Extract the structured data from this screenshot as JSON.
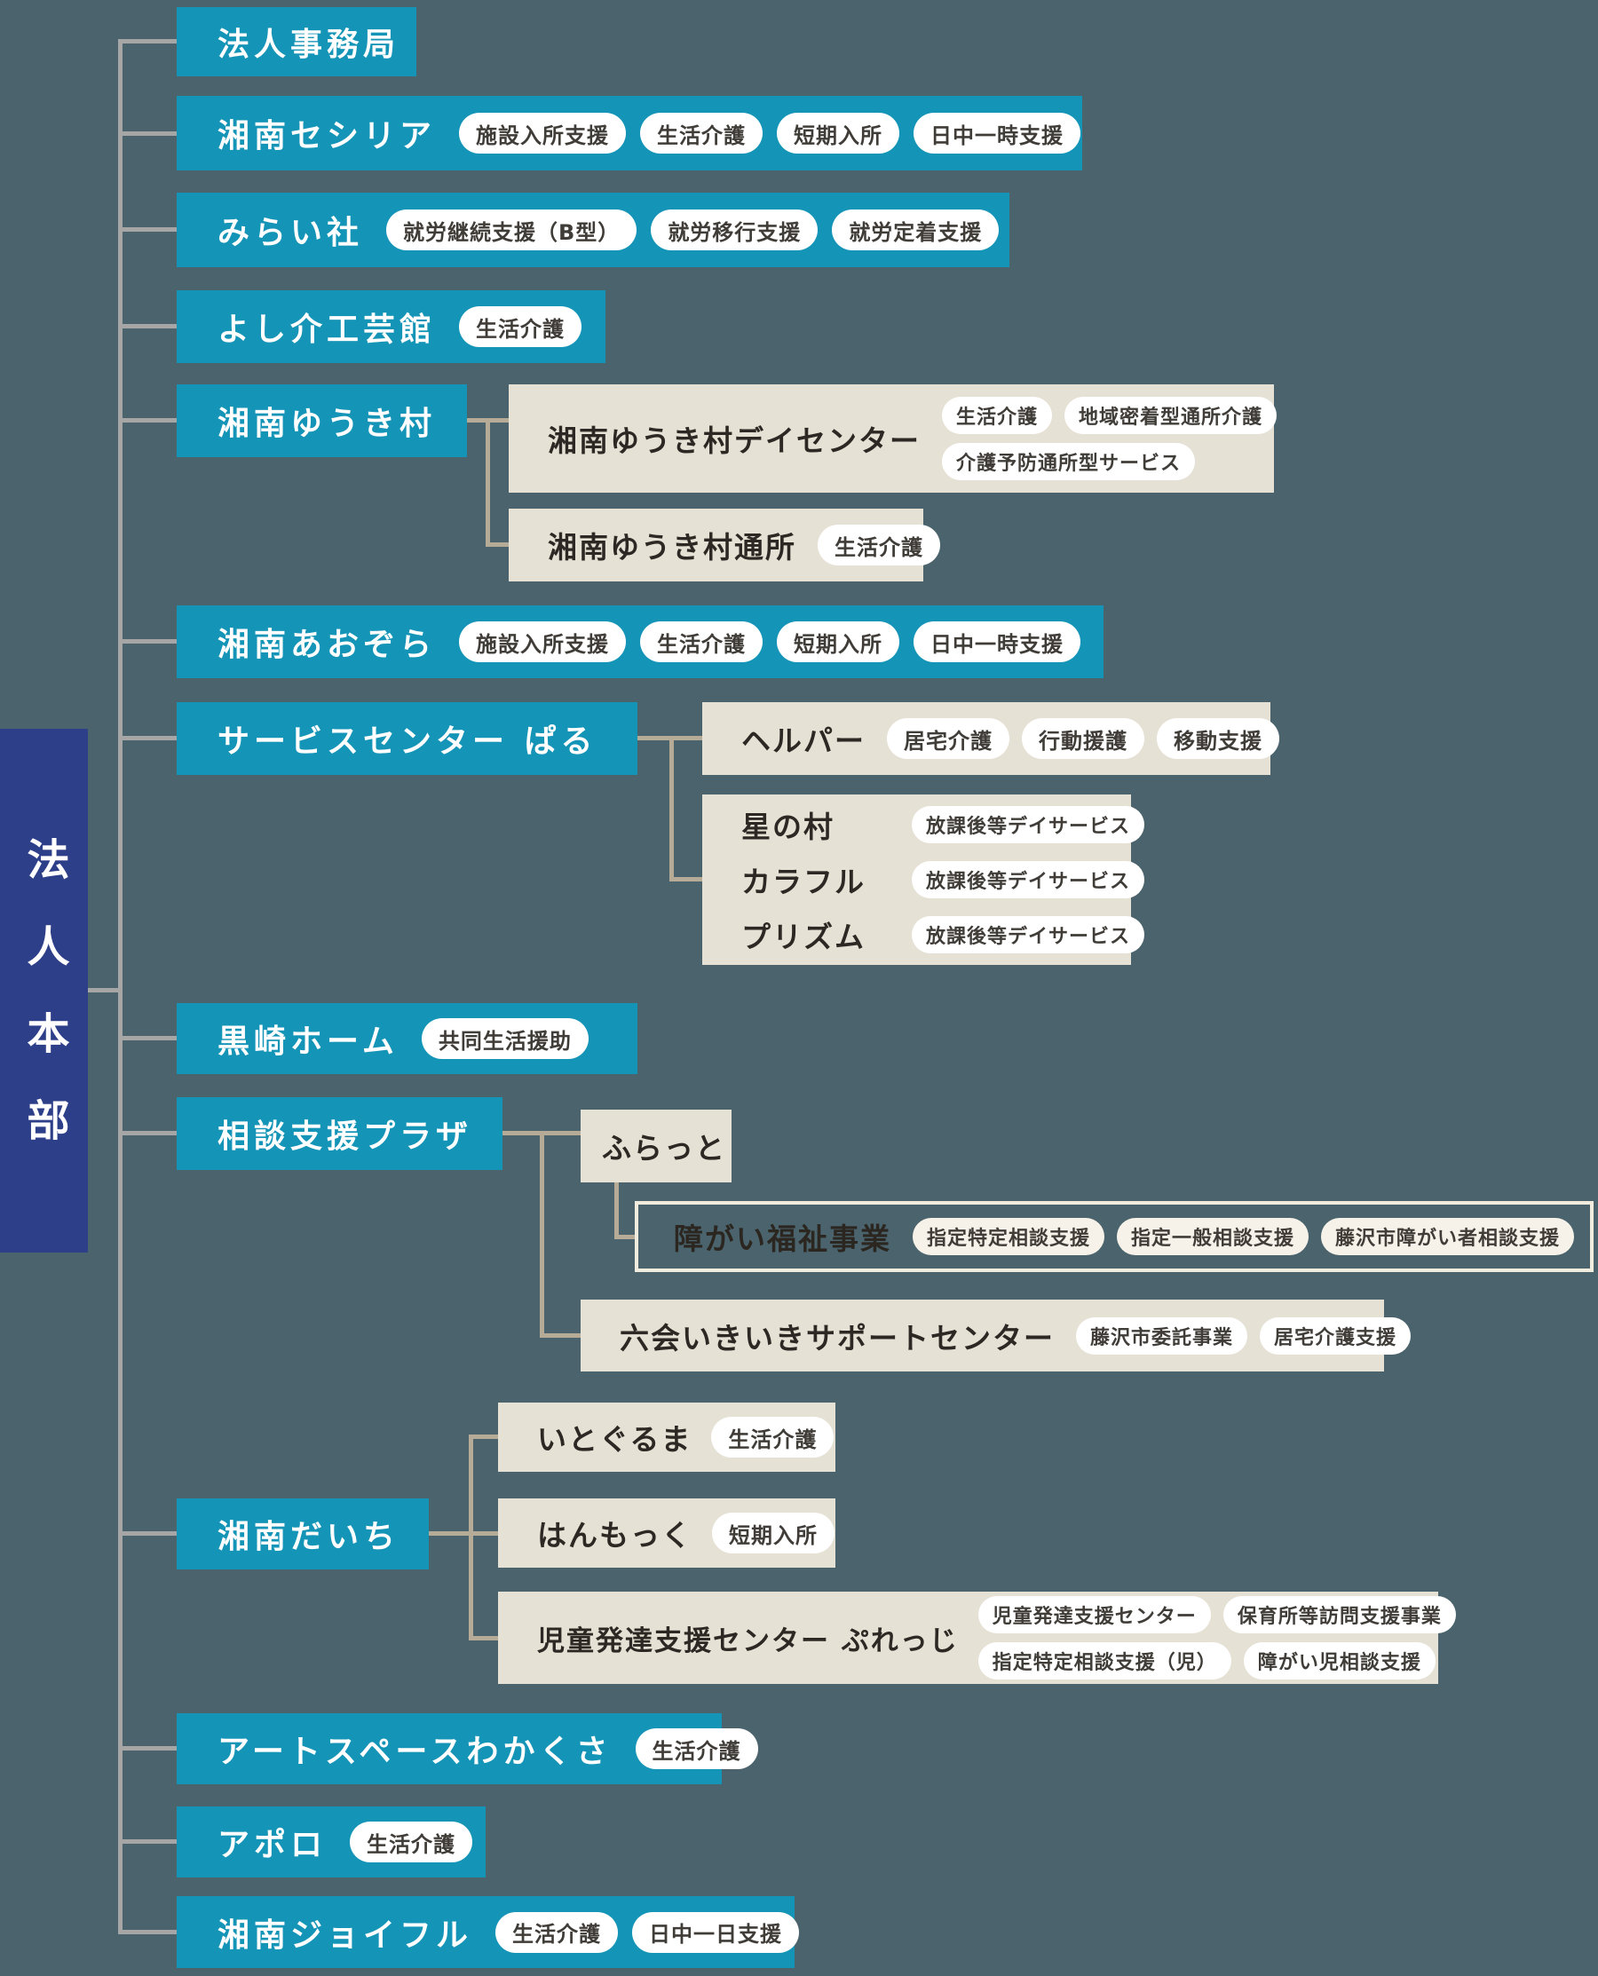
{
  "root": {
    "title": "法人本部"
  },
  "colors": {
    "background": "#4a636c",
    "primary_teal": "#1494b6",
    "root_navy": "#2e3f8a",
    "sub_beige": "#e5e1d5",
    "pill_white": "#ffffff",
    "outline_cream": "#f2ecdf",
    "line_gray": "#a6a6a6",
    "line_tan": "#b5ab97"
  },
  "nodes": {
    "jimukyoku": {
      "title": "法人事務局"
    },
    "cecilia": {
      "title": "湘南セシリア",
      "tags": [
        "施設入所支援",
        "生活介護",
        "短期入所",
        "日中一時支援"
      ]
    },
    "miraisha": {
      "title": "みらい社",
      "tags": [
        "就労継続支援（B型）",
        "就労移行支援",
        "就労定着支援"
      ]
    },
    "yoshisuke": {
      "title": "よし介工芸館",
      "tags": [
        "生活介護"
      ]
    },
    "yukimura": {
      "title": "湘南ゆうき村"
    },
    "yukimura_day": {
      "title": "湘南ゆうき村デイセンター",
      "tags_row1": [
        "生活介護",
        "地域密着型通所介護"
      ],
      "tags_row2": [
        "介護予防通所型サービス"
      ]
    },
    "yukimura_tsusho": {
      "title": "湘南ゆうき村通所",
      "tags": [
        "生活介護"
      ]
    },
    "aozora": {
      "title": "湘南あおぞら",
      "tags": [
        "施設入所支援",
        "生活介護",
        "短期入所",
        "日中一時支援"
      ]
    },
    "palu": {
      "title": "サービスセンター ぱる"
    },
    "helper": {
      "title": "ヘルパー",
      "tags": [
        "居宅介護",
        "行動援護",
        "移動支援"
      ]
    },
    "hoshi_group": {
      "rows": [
        {
          "title": "星の村",
          "tag": "放課後等デイサービス"
        },
        {
          "title": "カラフル",
          "tag": "放課後等デイサービス"
        },
        {
          "title": "プリズム",
          "tag": "放課後等デイサービス"
        }
      ]
    },
    "kurosaki": {
      "title": "黒崎ホーム",
      "tags": [
        "共同生活援助"
      ]
    },
    "plaza": {
      "title": "相談支援プラザ"
    },
    "furatto": {
      "title": "ふらっと"
    },
    "shogai": {
      "title": "障がい福祉事業",
      "tags": [
        "指定特定相談支援",
        "指定一般相談支援",
        "藤沢市障がい者相談支援"
      ]
    },
    "mutsuai": {
      "title": "六会いきいきサポートセンター",
      "tags": [
        "藤沢市委託事業",
        "居宅介護支援"
      ]
    },
    "itoguruma": {
      "title": "いとぐるま",
      "tags": [
        "生活介護"
      ]
    },
    "daichi": {
      "title": "湘南だいち"
    },
    "hammock": {
      "title": "はんもっく",
      "tags": [
        "短期入所"
      ]
    },
    "pledge": {
      "title": "児童発達支援センター ぷれっじ",
      "tags_row1": [
        "児童発達支援センター",
        "保育所等訪問支援事業"
      ],
      "tags_row2": [
        "指定特定相談支援（児）",
        "障がい児相談支援"
      ]
    },
    "artspace": {
      "title": "アートスペースわかくさ",
      "tags": [
        "生活介護"
      ]
    },
    "apollo": {
      "title": "アポロ",
      "tags": [
        "生活介護"
      ]
    },
    "joyful": {
      "title": "湘南ジョイフル",
      "tags": [
        "生活介護",
        "日中一日支援"
      ]
    }
  }
}
